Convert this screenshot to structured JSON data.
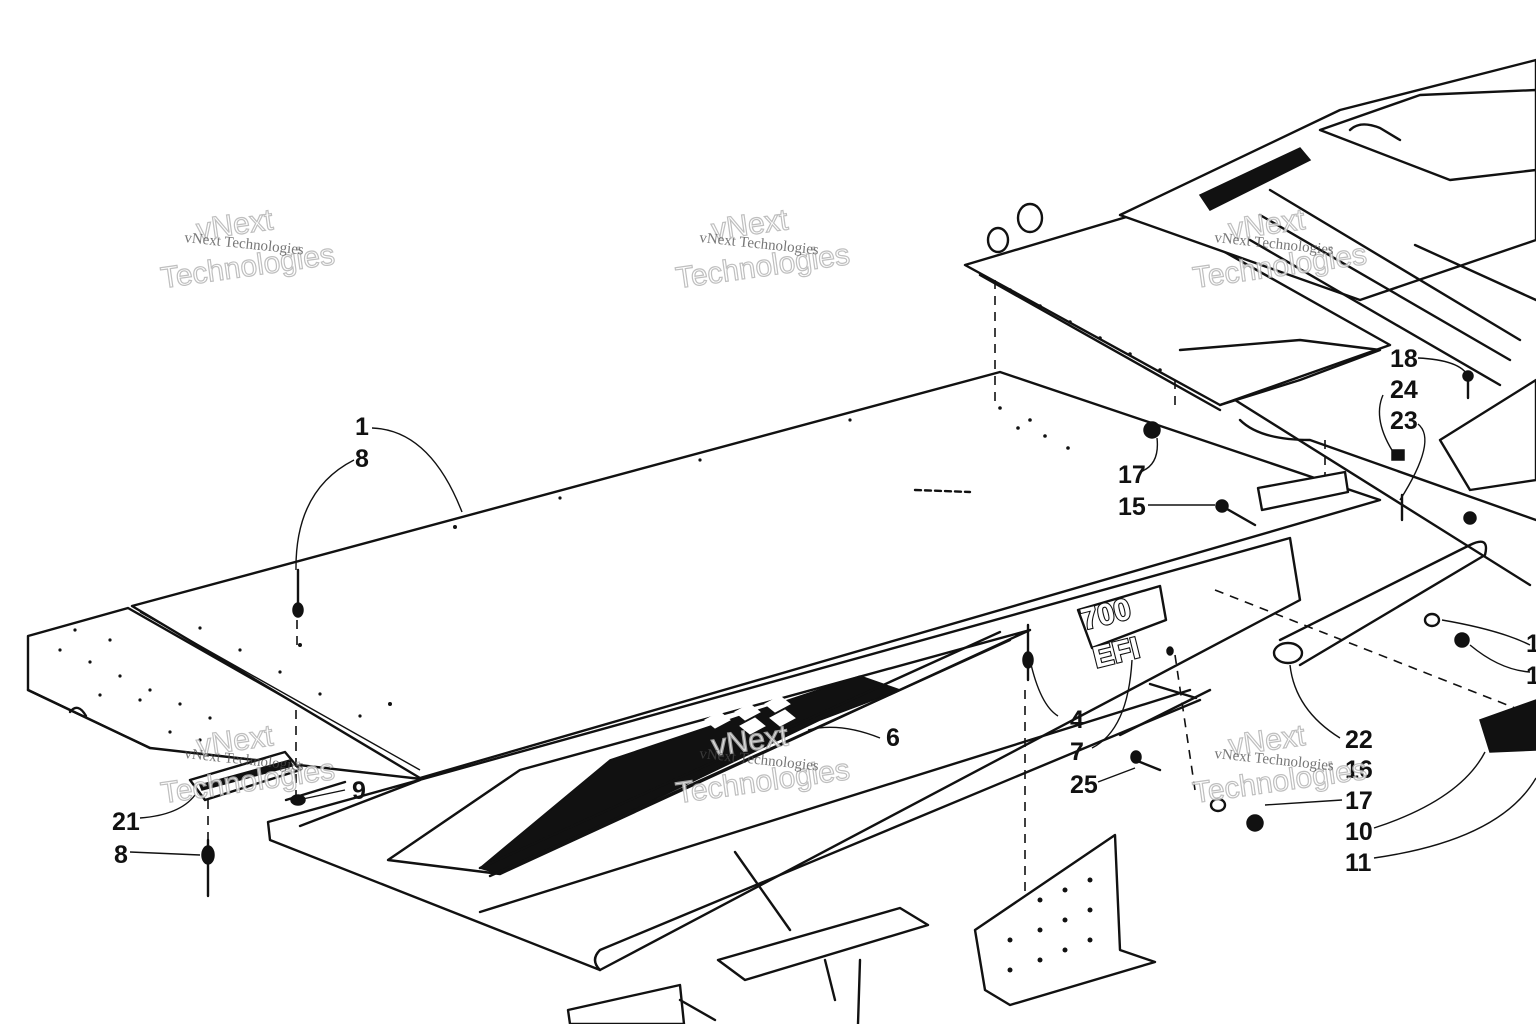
{
  "diagram": {
    "emblem": {
      "line1": "700",
      "line2": "EFI"
    },
    "callouts": [
      {
        "id": "c1",
        "label": "1"
      },
      {
        "id": "c8a",
        "label": "8"
      },
      {
        "id": "c17a",
        "label": "17"
      },
      {
        "id": "c15",
        "label": "15"
      },
      {
        "id": "c18",
        "label": "18"
      },
      {
        "id": "c24",
        "label": "24"
      },
      {
        "id": "c23",
        "label": "23"
      },
      {
        "id": "c6",
        "label": "6"
      },
      {
        "id": "c4",
        "label": "4"
      },
      {
        "id": "c7",
        "label": "7"
      },
      {
        "id": "c25",
        "label": "25"
      },
      {
        "id": "c22",
        "label": "22"
      },
      {
        "id": "c16",
        "label": "16"
      },
      {
        "id": "c17b",
        "label": "17"
      },
      {
        "id": "c10",
        "label": "10"
      },
      {
        "id": "c11",
        "label": "11"
      },
      {
        "id": "c9",
        "label": "9"
      },
      {
        "id": "c21",
        "label": "21"
      },
      {
        "id": "c8b",
        "label": "8"
      },
      {
        "id": "c1r",
        "label": "1"
      },
      {
        "id": "c1r2",
        "label": "1"
      }
    ],
    "watermarks": [
      {
        "small": "vNext Technologies",
        "big_line1": "vNext",
        "big_line2": "Technologies"
      },
      {
        "small": "vNext Technologies",
        "big_line1": "vNext",
        "big_line2": "Technologies"
      },
      {
        "small": "vNext Technologies",
        "big_line1": "vNext",
        "big_line2": "Technologies"
      },
      {
        "small": "vNext Technologies",
        "big_line1": "vNext",
        "big_line2": "Technologies"
      },
      {
        "small": "vNext Technologies",
        "big_line1": "vNext",
        "big_line2": "Technologies"
      },
      {
        "small": "vNext Technologies",
        "big_line1": "vNext",
        "big_line2": "Technologies"
      }
    ]
  }
}
